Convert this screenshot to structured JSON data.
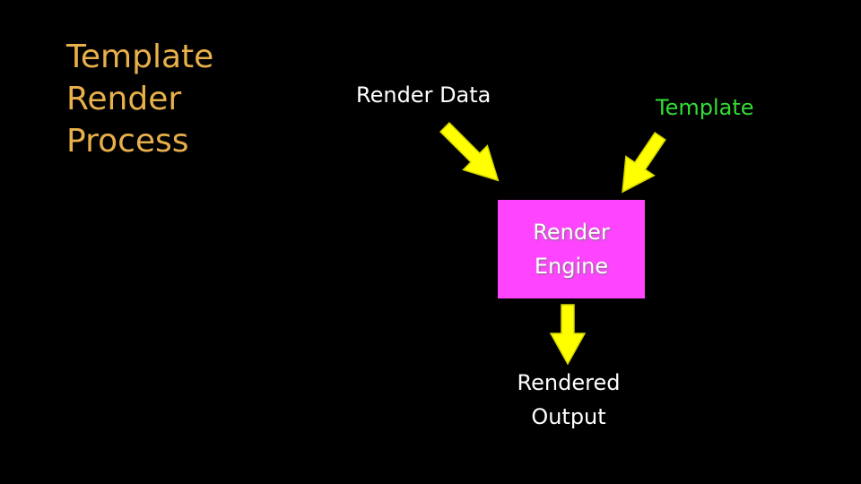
{
  "slide": {
    "title": "Template\nRender\nProcess"
  },
  "diagram": {
    "nodes": {
      "render_data": "Render Data",
      "template": "Template",
      "render_engine": "Render\nEngine",
      "rendered_output": "Rendered\nOutput"
    },
    "colors": {
      "background": "#000000",
      "title": "#e8b04a",
      "template_label": "#33dd33",
      "engine_box": "#ff44ff",
      "arrow_fill": "#ffff00",
      "arrow_stroke": "#d4d400",
      "text": "#ffffff"
    }
  }
}
